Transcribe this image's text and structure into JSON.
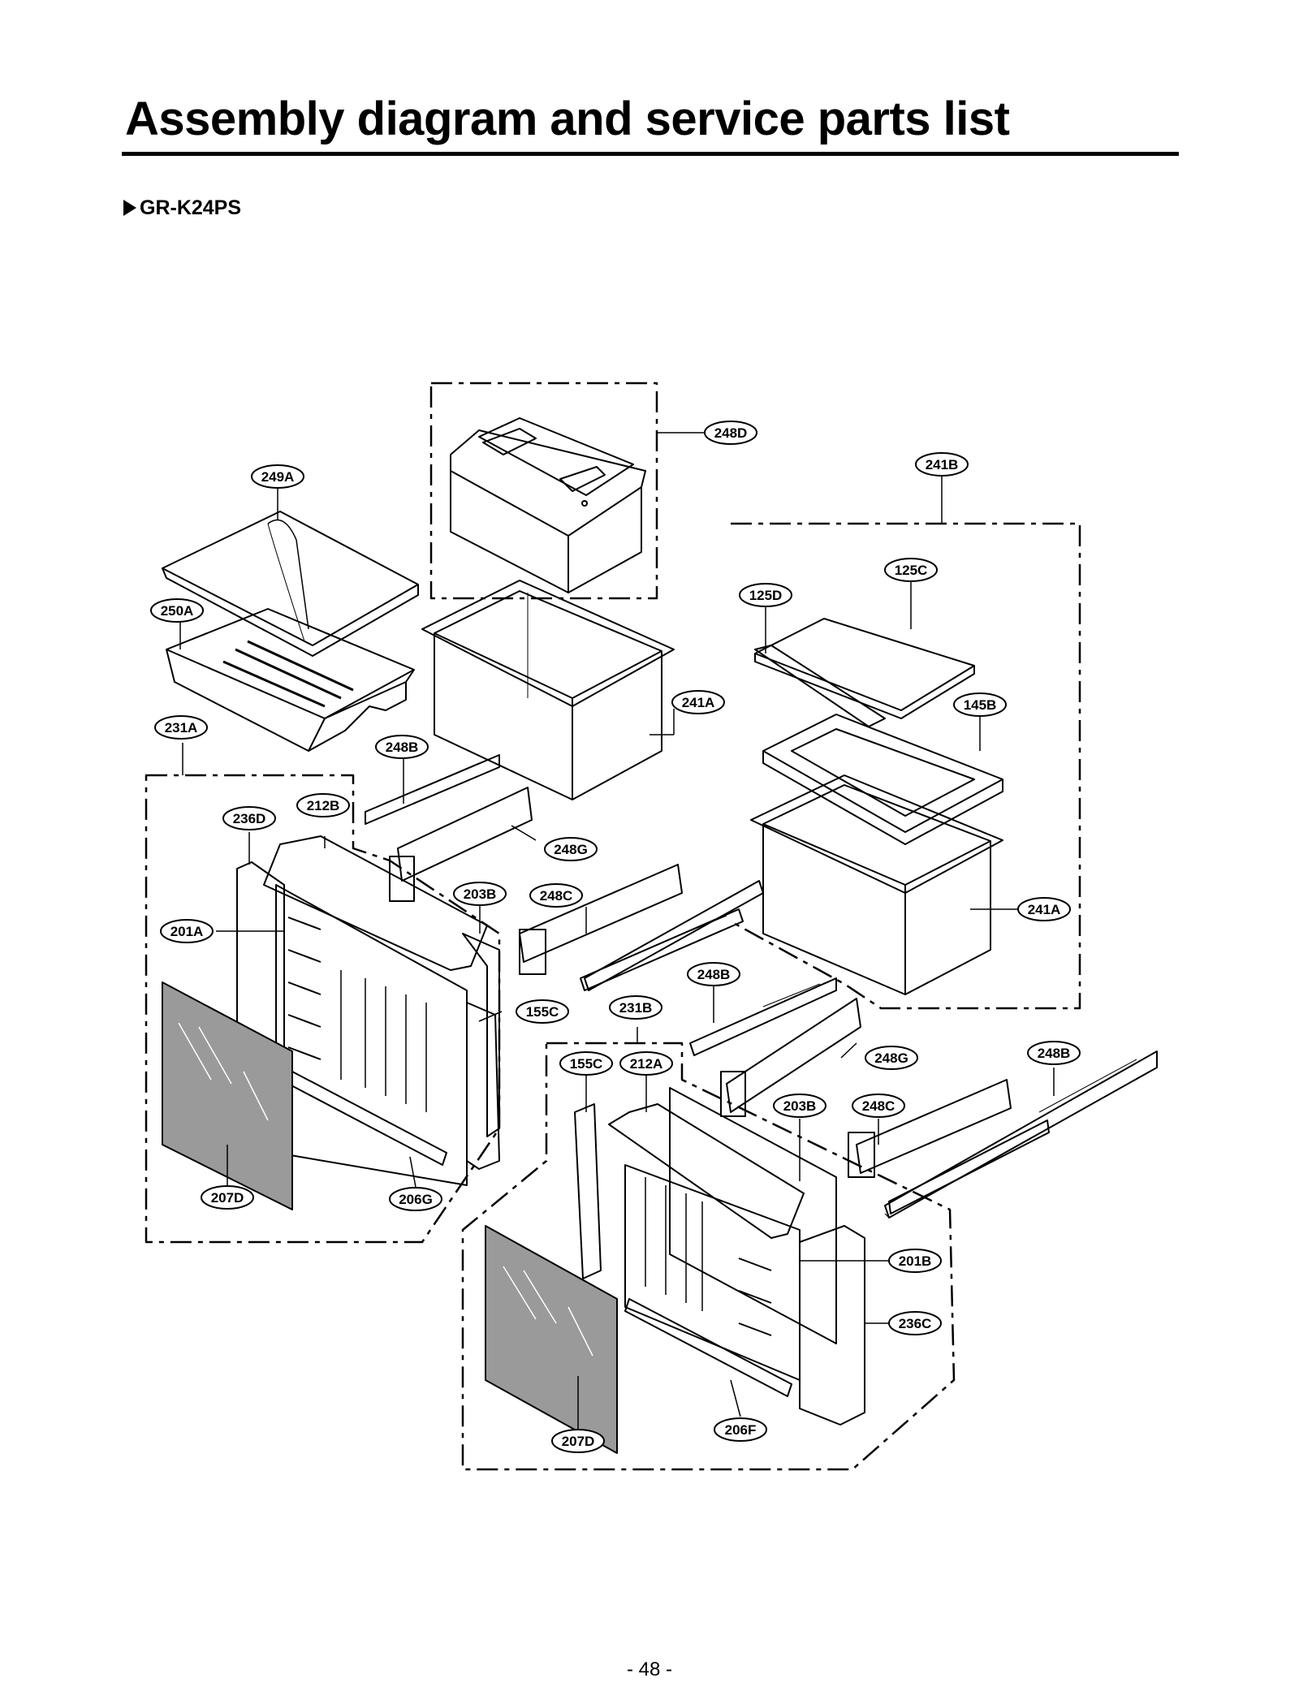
{
  "header": {
    "title": "Assembly diagram and service parts list",
    "model": "GR-K24PS"
  },
  "footer": {
    "page_number": "- 48 -"
  },
  "diagram": {
    "callouts": [
      "248D",
      "241B",
      "249A",
      "125C",
      "125D",
      "250A",
      "145B",
      "241A",
      "231A",
      "248B",
      "236D",
      "212B",
      "248G",
      "203B",
      "248C",
      "241A",
      "201A",
      "248B",
      "155C",
      "231B",
      "248G",
      "248B",
      "155C",
      "212A",
      "203B",
      "248C",
      "201B",
      "236C",
      "207D",
      "206G",
      "206F",
      "207D"
    ]
  },
  "colors": {
    "ink": "#000000",
    "glass": "#9a9a9a",
    "paper": "#ffffff"
  }
}
